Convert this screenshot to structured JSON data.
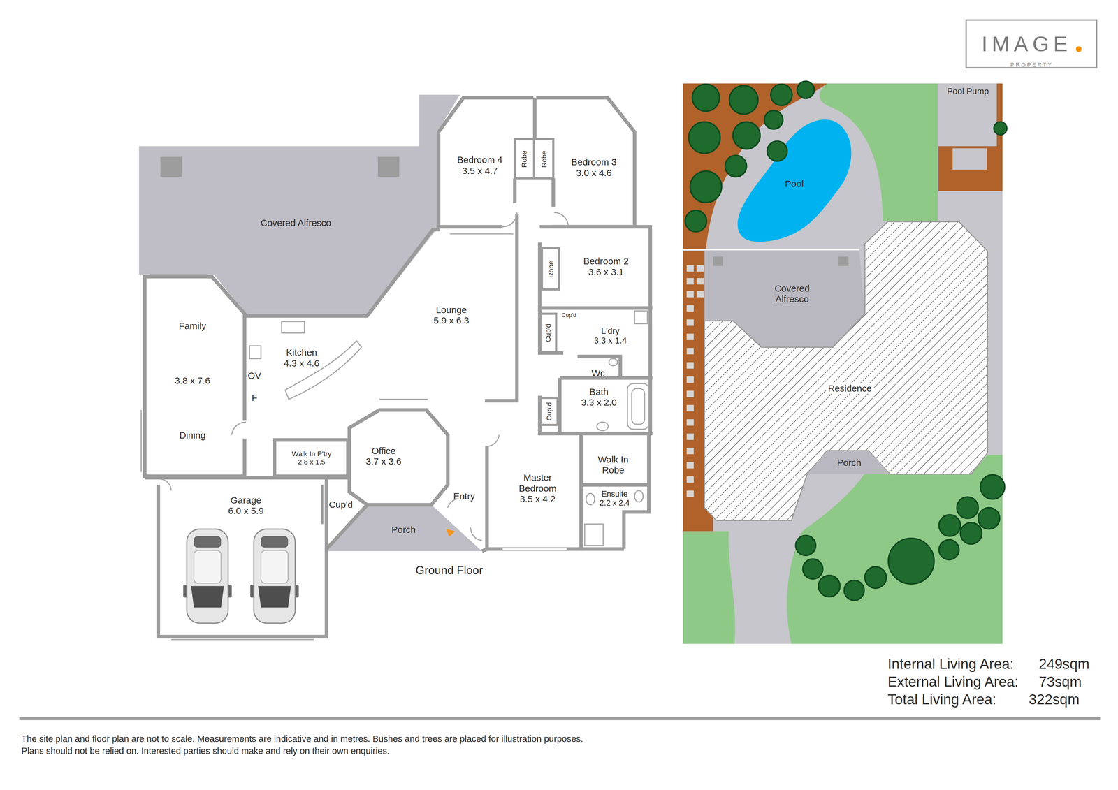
{
  "diagram": {
    "nodes": [
      {
        "text": [
          "Covered Alfresco"
        ]
      },
      {
        "text": [
          "Bedroom 4",
          "3.5 x 4.7"
        ]
      },
      {
        "text": [
          "Robe"
        ]
      },
      {
        "text": [
          "Robe"
        ]
      },
      {
        "text": [
          "Bedroom 3",
          "3.0 x 4.6"
        ]
      },
      {
        "text": [
          "Bedroom 2",
          "3.6 x 3.1"
        ]
      },
      {
        "text": [
          "Robe"
        ]
      },
      {
        "text": [
          "Family",
          "3.8 x 7.6",
          "Dining"
        ]
      },
      {
        "text": [
          "Kitchen",
          "4.3 x 4.6"
        ]
      },
      {
        "text": [
          "Lounge",
          "5.9 x 6.3"
        ]
      },
      {
        "text": [
          "L'dry",
          "3.3 x 1.4"
        ]
      },
      {
        "text": [
          "Cup'd"
        ]
      },
      {
        "text": [
          "Cup'd"
        ]
      },
      {
        "text": [
          "Wc"
        ]
      },
      {
        "text": [
          "Bath",
          "3.3 x 2.0"
        ]
      },
      {
        "text": [
          "Cup'd"
        ]
      },
      {
        "text": [
          "Walk In P'try",
          "2.8 x 1.5"
        ]
      },
      {
        "text": [
          "Office",
          "3.7 x 3.6"
        ]
      },
      {
        "text": [
          "Entry"
        ]
      },
      {
        "text": [
          "Master Bedroom",
          "3.5 x 4.2"
        ]
      },
      {
        "text": [
          "Walk In Robe"
        ]
      },
      {
        "text": [
          "Ensuite",
          "2.2 x 2.4"
        ]
      },
      {
        "text": [
          "Garage",
          "6.0 x 5.9"
        ]
      },
      {
        "text": [
          "Cup'd"
        ]
      },
      {
        "text": [
          "Porch"
        ]
      },
      {
        "text": [
          "Pool Pump"
        ]
      },
      {
        "text": [
          "Pool"
        ]
      },
      {
        "text": [
          "Covered Alfresco"
        ]
      },
      {
        "text": [
          "Residence"
        ]
      },
      {
        "text": [
          "Porch"
        ]
      }
    ],
    "labels": [
      "OV",
      "F",
      "Ground Floor",
      "IMAGE",
      "PROPERTY",
      "Internal Living Area:",
      "249sqm",
      "External Living Area:",
      "73sqm",
      "Total Living Area:",
      "322sqm",
      "The site plan and floor plan are not to scale. Measurements are indicative and in metres. Bushes and trees are placed for illustration purposes.",
      "Plans should not be relied on. Interested parties should make and rely on their own enquiries."
    ]
  }
}
